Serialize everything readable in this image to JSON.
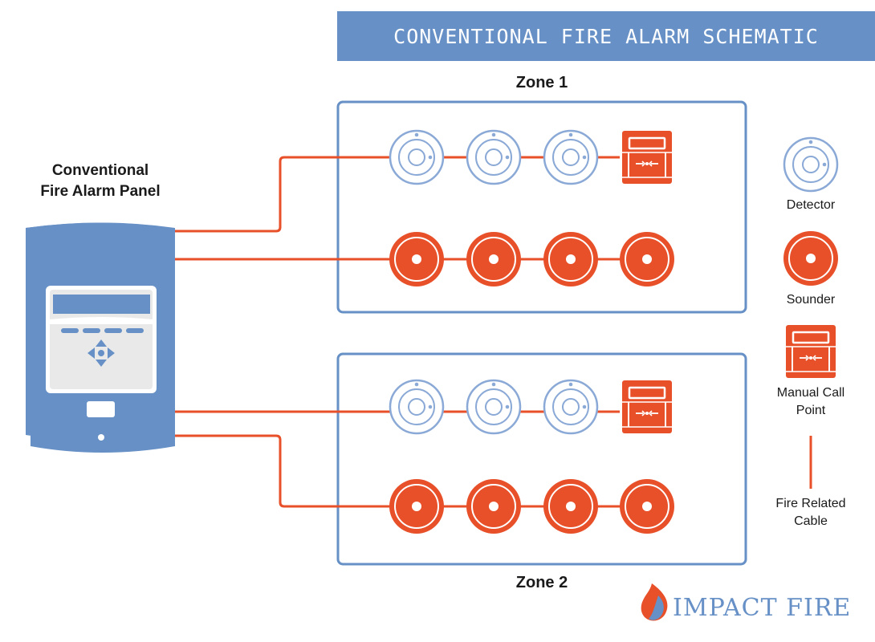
{
  "title": "CONVENTIONAL FIRE ALARM SCHEMATIC",
  "panel": {
    "title_line1": "Conventional",
    "title_line2": "Fire Alarm Panel"
  },
  "zones": [
    {
      "label": "Zone 1",
      "detectors": 3,
      "manual_call_points": 1,
      "sounders": 4
    },
    {
      "label": "Zone 2",
      "detectors": 3,
      "manual_call_points": 1,
      "sounders": 4
    }
  ],
  "legend": {
    "detector": "Detector",
    "sounder": "Sounder",
    "manual_call_point_line1": "Manual Call",
    "manual_call_point_line2": "Point",
    "cable_line1": "Fire Related",
    "cable_line2": "Cable"
  },
  "brand": {
    "name": "IMPACT FIRE"
  },
  "colors": {
    "accent_blue": "#6690c6",
    "fire_red": "#e8502a",
    "device_blue": "#8aa9d6",
    "panel_blue": "#6690c6",
    "screen_gray": "#e9e9e9"
  }
}
